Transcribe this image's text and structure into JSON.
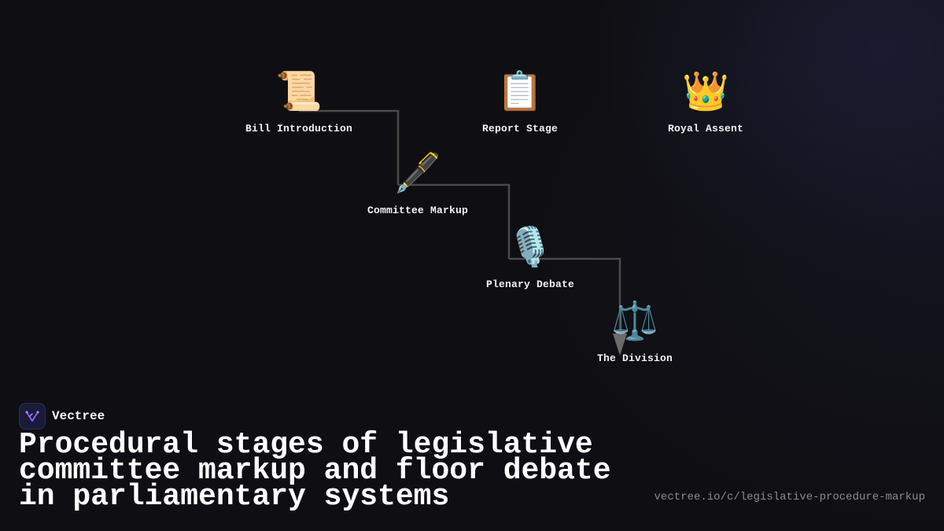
{
  "diagram": {
    "nodes": [
      {
        "id": "bill",
        "icon": "scroll-icon",
        "emoji": "📜",
        "label": "Bill Introduction"
      },
      {
        "id": "committee",
        "icon": "fountain-pen-icon",
        "emoji": "🖋️",
        "label": "Committee Markup"
      },
      {
        "id": "report",
        "icon": "clipboard-icon",
        "emoji": "📋",
        "label": "Report Stage"
      },
      {
        "id": "plenary",
        "icon": "microphone-icon",
        "emoji": "🎙️",
        "label": "Plenary Debate"
      },
      {
        "id": "division",
        "icon": "balance-scale-icon",
        "emoji": "⚖️",
        "label": "The Division"
      },
      {
        "id": "assent",
        "icon": "crown-icon",
        "emoji": "👑",
        "label": "Royal Assent"
      }
    ],
    "edges": [
      {
        "from": "bill",
        "to": "committee"
      },
      {
        "from": "committee",
        "to": "plenary"
      },
      {
        "from": "plenary",
        "to": "division"
      }
    ],
    "connector_color": "#4a4a4a",
    "arrow_color": "#6b6b6b"
  },
  "brand": {
    "name": "Vectree",
    "logo_icon": "vectree-logo-icon",
    "logo_color": "#8b5cf6"
  },
  "footer": {
    "title": "Procedural stages of legislative committee markup and floor debate in parliamentary systems",
    "url": "vectree.io/c/legislative-procedure-markup"
  }
}
